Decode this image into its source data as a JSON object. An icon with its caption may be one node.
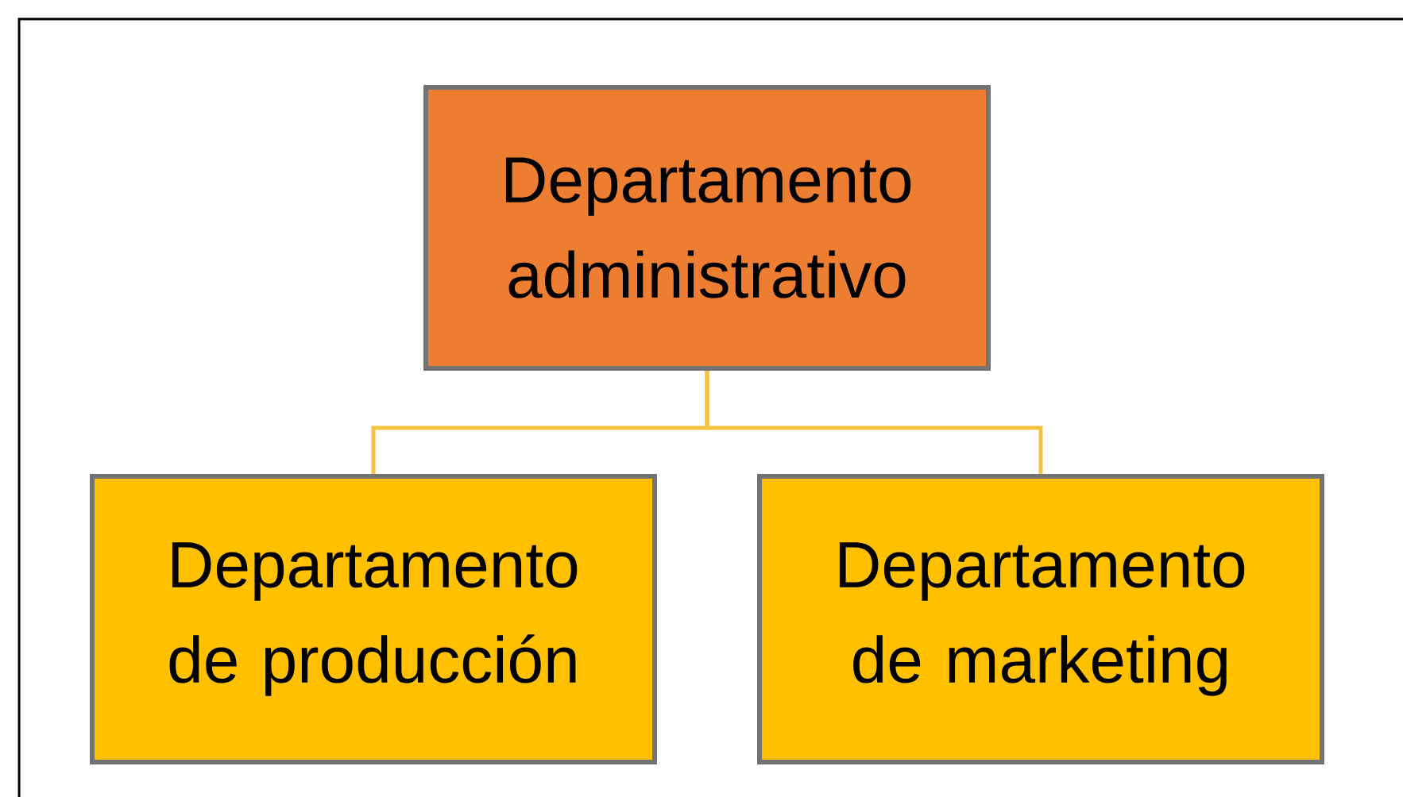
{
  "diagram": {
    "nodes": [
      {
        "text": [
          "Departamento administrativo"
        ]
      },
      {
        "text": [
          "Departamento de producción"
        ]
      },
      {
        "text": [
          "Departamento de marketing"
        ]
      }
    ],
    "edges": [
      {
        "from": 0,
        "to": 1,
        "arrow": "none"
      },
      {
        "from": 0,
        "to": 2,
        "arrow": "none"
      }
    ]
  }
}
